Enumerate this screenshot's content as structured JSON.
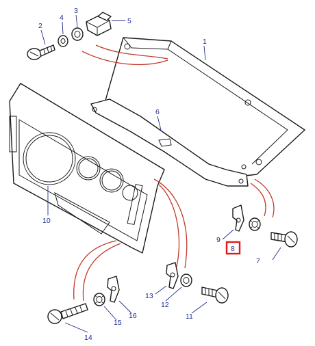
{
  "colors": {
    "label": "#1f2a8a",
    "line": "#1a1a1a",
    "callout_link": "#c0392b",
    "highlight": "#e0191d"
  },
  "highlighted_part": "8",
  "labels": {
    "p1": "1",
    "p2": "2",
    "p3": "3",
    "p4": "4",
    "p5": "5",
    "p6": "6",
    "p7": "7",
    "p8": "8",
    "p9": "9",
    "p10": "10",
    "p11": "11",
    "p12": "12",
    "p13": "13",
    "p14": "14",
    "p15": "15",
    "p16": "16"
  }
}
